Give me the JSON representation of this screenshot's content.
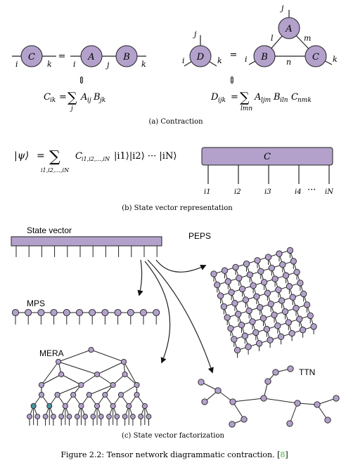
{
  "colors": {
    "node_fill": "#b3a1cc",
    "node_stroke": "#222222",
    "accent_node": "#4a93a4",
    "citation": "#33bb33",
    "text": "#111111"
  },
  "panel_a": {
    "lhs_left": {
      "tensor": "C",
      "left_index": "i",
      "right_index": "k"
    },
    "equals": "=",
    "rhs_left": {
      "tensor_1": "A",
      "tensor_2": "B",
      "left_index": "i",
      "middle_index": "j",
      "right_index": "k"
    },
    "equiv": "⇕",
    "formula_left": {
      "lhs": "C",
      "lhs_sub": "ik",
      "eq": "=",
      "sum": "∑",
      "sum_sub": "j",
      "a": "A",
      "a_sub": "ij",
      "b": "B",
      "b_sub": "jk"
    },
    "lhs_right": {
      "tensor": "D",
      "top_index": "j",
      "left_index": "i",
      "right_index": "k"
    },
    "rhs_right": {
      "top": "A",
      "left": "B",
      "right": "C",
      "top_index": "j",
      "left_index": "i",
      "right_index": "k",
      "edge_l": "l",
      "edge_m": "m",
      "edge_n": "n"
    },
    "formula_right": {
      "lhs": "D",
      "lhs_sub": "ijk",
      "eq": "=",
      "sum": "∑",
      "sum_sub": "lmn",
      "a": "A",
      "a_sub": "ljm",
      "b": "B",
      "b_sub": "iln",
      "c": "C",
      "c_sub": "nmk"
    },
    "caption": "(a) Contraction"
  },
  "panel_b": {
    "psi": "|ψ⟩",
    "eq": "=",
    "sum": "∑",
    "sum_sub": "i1,i2,...,iN",
    "term": "C",
    "term_sub": "i1,i2,...,iN",
    "kets": "|i1⟩|i2⟩ ··· |iN⟩",
    "tensor_label": "C",
    "indices": [
      "i1",
      "i2",
      "i3",
      "i4",
      "iN"
    ],
    "dots": "···",
    "caption": "(b) State vector representation"
  },
  "panel_c": {
    "state_vector": "State vector",
    "peps": "PEPS",
    "mps": "MPS",
    "mera": "MERA",
    "ttn": "TTN",
    "caption": "(c) State vector factorization"
  },
  "figure_caption": {
    "text": "Figure 2.2: Tensor network diagrammatic contraction.",
    "cite_open": "[",
    "cite": "8",
    "cite_close": "]"
  }
}
